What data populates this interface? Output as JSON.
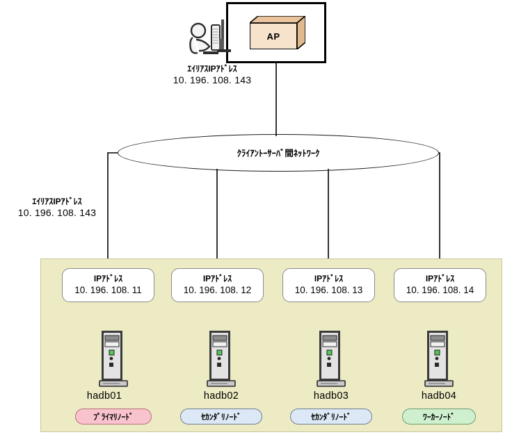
{
  "diagram": {
    "client": {
      "ap_label": "AP",
      "person_icon": "person-at-computer-icon",
      "alias_label": "ｴｲﾘｱｽIPｱﾄﾞﾚｽ",
      "alias_value": "10. 196. 108. 143"
    },
    "network": {
      "label": "ｸﾗｲｱﾝﾄｰｻｰﾊﾞ間ﾈｯﾄﾜｰｸ",
      "alias_label": "ｴｲﾘｱｽIPｱﾄﾞﾚｽ",
      "alias_value": "10. 196. 108. 143"
    },
    "cluster": {
      "nodes": [
        {
          "ip_label": "IPｱﾄﾞﾚｽ",
          "ip_value": "10. 196. 108. 11",
          "hostname": "hadb01",
          "role": "ﾌﾟﾗｲﾏﾘﾉｰﾄﾞ",
          "role_color": "#F9C3CD",
          "server_icon": "server-tower-icon"
        },
        {
          "ip_label": "IPｱﾄﾞﾚｽ",
          "ip_value": "10. 196. 108. 12",
          "hostname": "hadb02",
          "role": "ｾｶﾝﾀﾞﾘﾉｰﾄﾞ",
          "role_color": "#DCE8F5",
          "server_icon": "server-tower-icon"
        },
        {
          "ip_label": "IPｱﾄﾞﾚｽ",
          "ip_value": "10. 196. 108. 13",
          "hostname": "hadb03",
          "role": "ｾｶﾝﾀﾞﾘﾉｰﾄﾞ",
          "role_color": "#DCE8F5",
          "server_icon": "server-tower-icon"
        },
        {
          "ip_label": "IPｱﾄﾞﾚｽ",
          "ip_value": "10. 196. 108. 14",
          "hostname": "hadb04",
          "role": "ﾜｰｶｰﾉｰﾄﾞ",
          "role_color": "#CFF0CF",
          "server_icon": "server-tower-icon"
        }
      ],
      "panel_color": "#EDEBC4"
    }
  }
}
